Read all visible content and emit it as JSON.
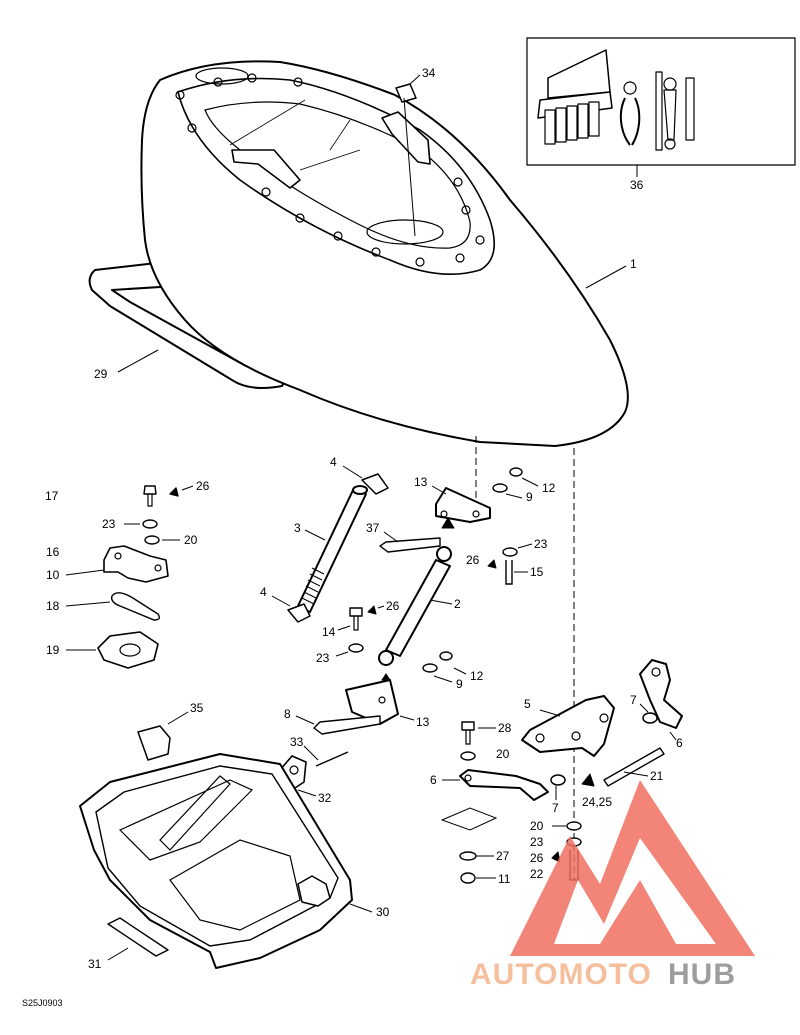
{
  "diagram_ref": "S25J0903",
  "callouts": {
    "c1": "1",
    "c2": "2",
    "c3": "3",
    "c4a": "4",
    "c4b": "4",
    "c5": "5",
    "c6a": "6",
    "c6b": "6",
    "c7a": "7",
    "c7b": "7",
    "c8": "8",
    "c9a": "9",
    "c9b": "9",
    "c10": "10",
    "c11": "11",
    "c12a": "12",
    "c12b": "12",
    "c13a": "13",
    "c13b": "13",
    "c14": "14",
    "c15": "15",
    "c16": "16",
    "c17": "17",
    "c18": "18",
    "c19": "19",
    "c20a": "20",
    "c20b": "20",
    "c20c": "20",
    "c21": "21",
    "c22": "22",
    "c23a": "23",
    "c23b": "23",
    "c23c": "23",
    "c23d": "23",
    "c2425": "24,25",
    "c26a": "26",
    "c26b": "26",
    "c26c": "26",
    "c26d": "26",
    "c27": "27",
    "c28": "28",
    "c29": "29",
    "c30": "30",
    "c31": "31",
    "c32": "32",
    "c33": "33",
    "c34": "34",
    "c35": "35",
    "c36": "36",
    "c37": "37"
  },
  "watermark": {
    "auto": "AUTOMOTO",
    "hub": "HUB",
    "color_main": "#f07060",
    "color_gray": "#8c8c8c"
  }
}
